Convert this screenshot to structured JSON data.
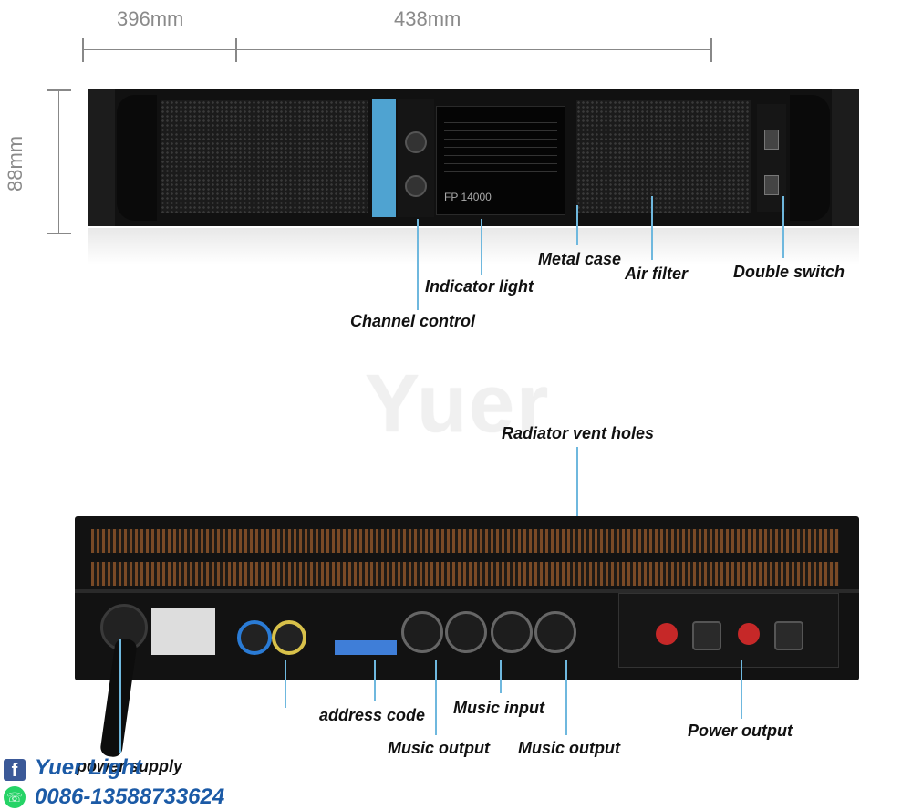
{
  "dimensions": {
    "depth": "396mm",
    "width": "438mm",
    "height": "88mm"
  },
  "watermark": "Yuer",
  "front_panel": {
    "model": "FP 14000",
    "labels": {
      "metal_case": "Metal case",
      "air_filter": "Air filter",
      "double_switch": "Double switch",
      "indicator_light": "Indicator light",
      "channel_control": "Channel control"
    }
  },
  "rear_panel": {
    "labels": {
      "radiator_vent_holes": "Radiator vent holes",
      "address_code": "address code",
      "music_input": "Music input",
      "music_output_left": "Music output",
      "music_output_right": "Music output",
      "power_output": "Power output",
      "power_supply": "power supply"
    }
  },
  "branding": {
    "facebook_name": "Yuer Light",
    "whatsapp_number": "0086-13588733624",
    "facebook_color": "#3b5998",
    "whatsapp_color": "#25d366",
    "brand_blue": "#1b5aa6"
  },
  "colors": {
    "callout": "#6fb8de",
    "panel_blue": "#4fa3d1"
  }
}
